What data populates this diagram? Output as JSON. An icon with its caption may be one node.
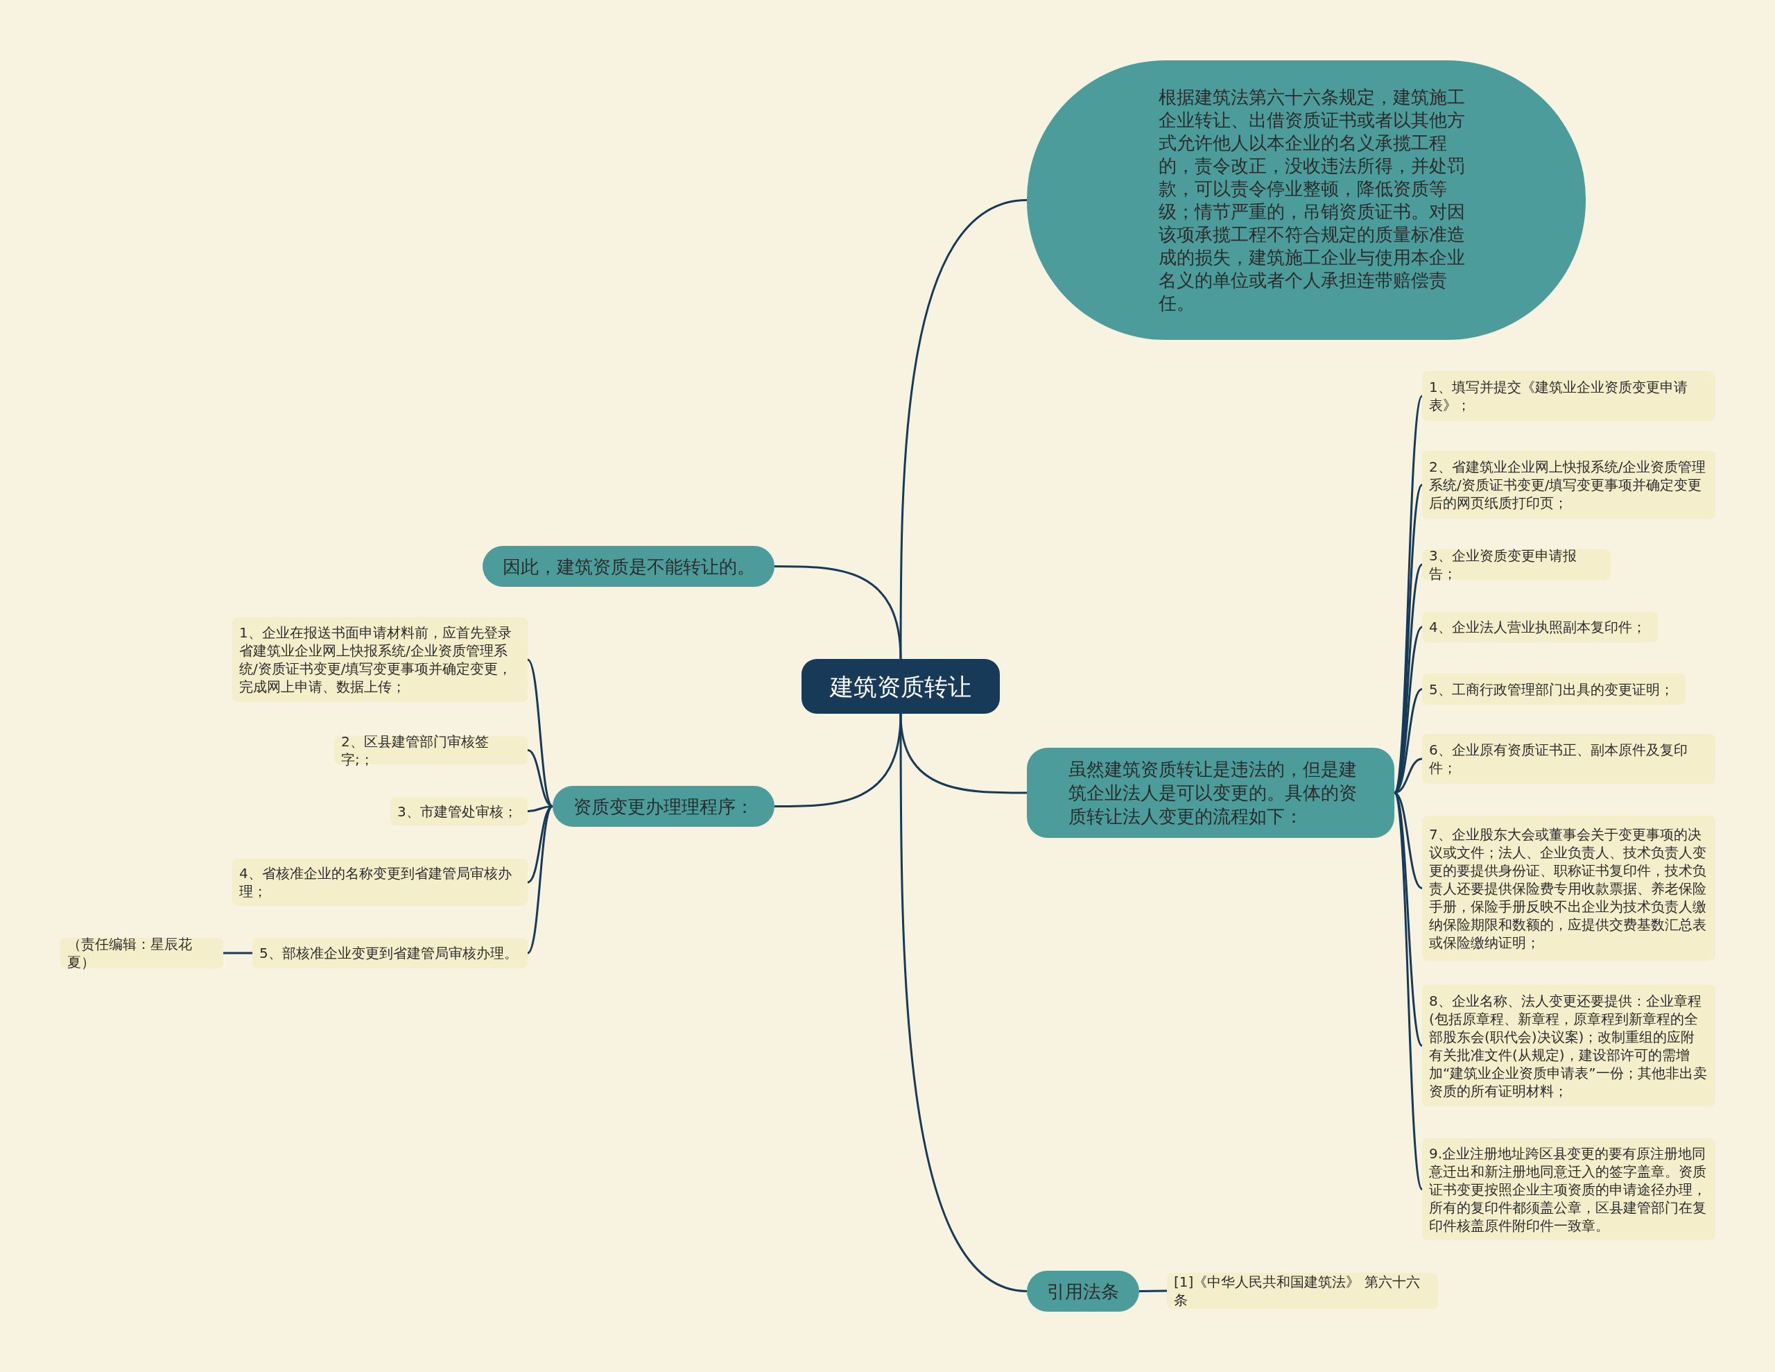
{
  "diagram": {
    "nodes": [
      {
        "text": [
          "建筑资质转让"
        ]
      },
      {
        "text": [
          "根据建筑法第六十六条规定，建筑施工企业转让、出借资质证书或者以其他方式允许他人以本企业的名义承揽工程的，责令改正，没收违法所得，并处罚款，可以责令停业整顿，降低资质等级；情节严重的，吊销资质证书。对因该项承揽工程不符合规定的质量标准造成的损失，建筑施工企业与使用本企业名义的单位或者个人承担连带赔偿责任。"
        ]
      },
      {
        "text": [
          "因此，建筑资质是不能转让的。"
        ]
      },
      {
        "text": [
          "资质变更办理理程序："
        ]
      },
      {
        "text": [
          "1、企业在报送书面申请材料前，应首先登录省建筑业企业网上快报系统/企业资质管理系统/资质证书变更/填写变更事项并确定变更，完成网上申请、数据上传；"
        ]
      },
      {
        "text": [
          "2、区县建管部门审核签字;；"
        ]
      },
      {
        "text": [
          "3、市建管处审核；"
        ]
      },
      {
        "text": [
          "4、省核准企业的名称变更到省建管局审核办理；"
        ]
      },
      {
        "text": [
          "5、部核准企业变更到省建管局审核办理。"
        ]
      },
      {
        "text": [
          "（责任编辑：星辰花夏）"
        ]
      },
      {
        "text": [
          "虽然建筑资质转让是违法的，但是建筑企业法人是可以变更的。具体的资质转让法人变更的流程如下："
        ]
      },
      {
        "text": [
          "1、填写并提交《建筑业企业资质变更申请表》；"
        ]
      },
      {
        "text": [
          "2、省建筑业企业网上快报系统/企业资质管理系统/资质证书变更/填写变更事项并确定变更后的网页纸质打印页；"
        ]
      },
      {
        "text": [
          "3、企业资质变更申请报告；"
        ]
      },
      {
        "text": [
          "4、企业法人营业执照副本复印件；"
        ]
      },
      {
        "text": [
          "5、工商行政管理部门出具的变更证明；"
        ]
      },
      {
        "text": [
          "6、企业原有资质证书正、副本原件及复印件；"
        ]
      },
      {
        "text": [
          "7、企业股东大会或董事会关于变更事项的决议或文件；法人、企业负责人、技术负责人变更的要提供身份证、职称证书复印件，技术负责人还要提供保险费专用收款票据、养老保险手册，保险手册反映不出企业为技术负责人缴纳保险期限和数额的，应提供交费基数汇总表或保险缴纳证明；"
        ]
      },
      {
        "text": [
          "8、企业名称、法人变更还要提供：企业章程(包括原章程、新章程，原章程到新章程的全部股东会(职代会)决议案)；改制重组的应附有关批准文件(从规定)，建设部许可的需增加“建筑业企业资质申请表”一份；其他非出卖资质的所有证明材料；"
        ]
      },
      {
        "text": [
          "9.企业注册地址跨区县变更的要有原注册地同意迁出和新注册地同意迁入的签字盖章。资质证书变更按照企业主项资质的申请途径办理，所有的复印件都须盖公章，区县建管部门在复印件核盖原件附印件一致章。"
        ]
      },
      {
        "text": [
          "引用法条"
        ]
      },
      {
        "text": [
          "[1]《中华人民共和国建筑法》 第六十六条"
        ]
      }
    ],
    "edges": [
      {
        "from": 0,
        "to": 1,
        "arrow": "none"
      },
      {
        "from": 0,
        "to": 2,
        "arrow": "none"
      },
      {
        "from": 0,
        "to": 3,
        "arrow": "none"
      },
      {
        "from": 3,
        "to": 4,
        "arrow": "none"
      },
      {
        "from": 3,
        "to": 5,
        "arrow": "none"
      },
      {
        "from": 3,
        "to": 6,
        "arrow": "none"
      },
      {
        "from": 3,
        "to": 7,
        "arrow": "none"
      },
      {
        "from": 3,
        "to": 8,
        "arrow": "none"
      },
      {
        "from": 8,
        "to": 9,
        "arrow": "none"
      },
      {
        "from": 0,
        "to": 10,
        "arrow": "none"
      },
      {
        "from": 10,
        "to": 11,
        "arrow": "none"
      },
      {
        "from": 10,
        "to": 12,
        "arrow": "none"
      },
      {
        "from": 10,
        "to": 13,
        "arrow": "none"
      },
      {
        "from": 10,
        "to": 14,
        "arrow": "none"
      },
      {
        "from": 10,
        "to": 15,
        "arrow": "none"
      },
      {
        "from": 10,
        "to": 16,
        "arrow": "none"
      },
      {
        "from": 10,
        "to": 17,
        "arrow": "none"
      },
      {
        "from": 10,
        "to": 18,
        "arrow": "none"
      },
      {
        "from": 10,
        "to": 19,
        "arrow": "none"
      },
      {
        "from": 0,
        "to": 20,
        "arrow": "none"
      },
      {
        "from": 20,
        "to": 21,
        "arrow": "none"
      }
    ]
  }
}
